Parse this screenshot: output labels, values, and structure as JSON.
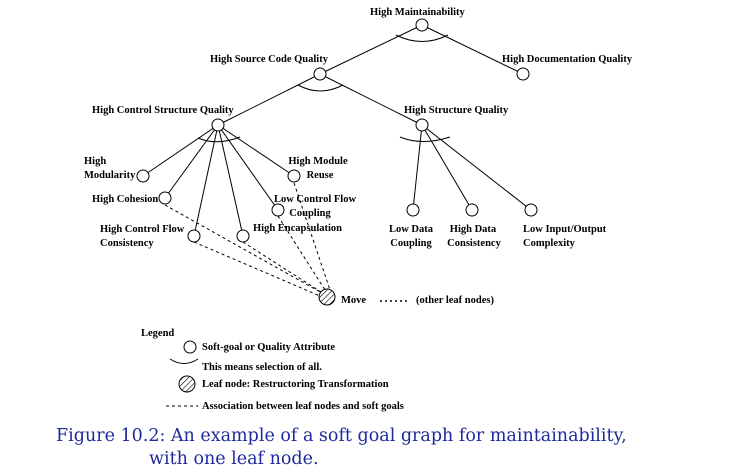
{
  "nodes": {
    "high_maintainability": "High Maintainability",
    "high_source_code_quality": "High Source Code Quality",
    "high_documentation_quality": "High Documentation Quality",
    "high_control_structure_quality": "High Control Structure Quality",
    "high_structure_quality": "High Structure Quality",
    "high_modularity_l1": "High",
    "high_modularity_l2": "Modularity",
    "high_cohesion": "High Cohesion",
    "high_control_flow_consistency_l1": "High Control Flow",
    "high_control_flow_consistency_l2": "Consistency",
    "high_encapsulation": "High Encapsulation",
    "low_control_flow_coupling_l1": "Low Control Flow",
    "low_control_flow_coupling_l2": "Coupling",
    "high_module_reuse_l1": "High Module",
    "high_module_reuse_l2": "Reuse",
    "low_data_coupling_l1": "Low Data",
    "low_data_coupling_l2": "Coupling",
    "high_data_consistency_l1": "High Data",
    "high_data_consistency_l2": "Consistency",
    "low_io_complexity_l1": "Low Input/Output",
    "low_io_complexity_l2": "Complexity",
    "move": "Move",
    "other_leaf_nodes": "(other leaf nodes)"
  },
  "legend": {
    "title": "Legend",
    "softgoal": "Soft-goal or Quality Attribute",
    "selection": "This means selection of all.",
    "leaf": "Leaf node: Restructoring Transformation",
    "association": "Association between  leaf nodes and soft goals"
  },
  "caption": {
    "line1": "Figure 10.2: An example of a soft goal graph for maintainability,",
    "line2": "with one leaf node."
  }
}
